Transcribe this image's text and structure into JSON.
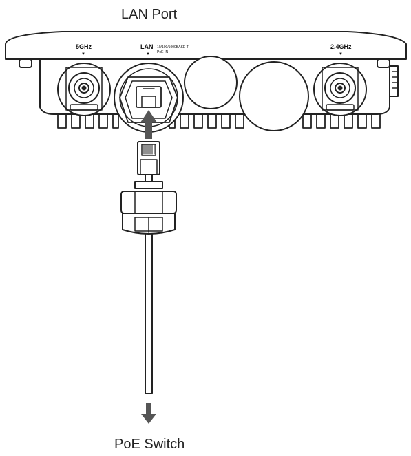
{
  "title": "LAN Port",
  "destination": "PoE Switch",
  "device": {
    "port_labels": {
      "left_antenna": "5GHz",
      "lan": "LAN",
      "lan_spec": "10/100/1000BASE-T",
      "lan_poe": "PoE-IN",
      "right_antenna": "2.4GHz"
    },
    "marker_glyph": "▼"
  },
  "icons": {
    "insert_arrow": "arrow-up-icon",
    "route_arrow": "arrow-down-icon",
    "connector": "rj45-connector-icon",
    "gland": "cable-gland-icon"
  },
  "colors": {
    "outline": "#222222",
    "arrow": "#555555",
    "body_fill": "#ffffff",
    "label": "#222222"
  }
}
